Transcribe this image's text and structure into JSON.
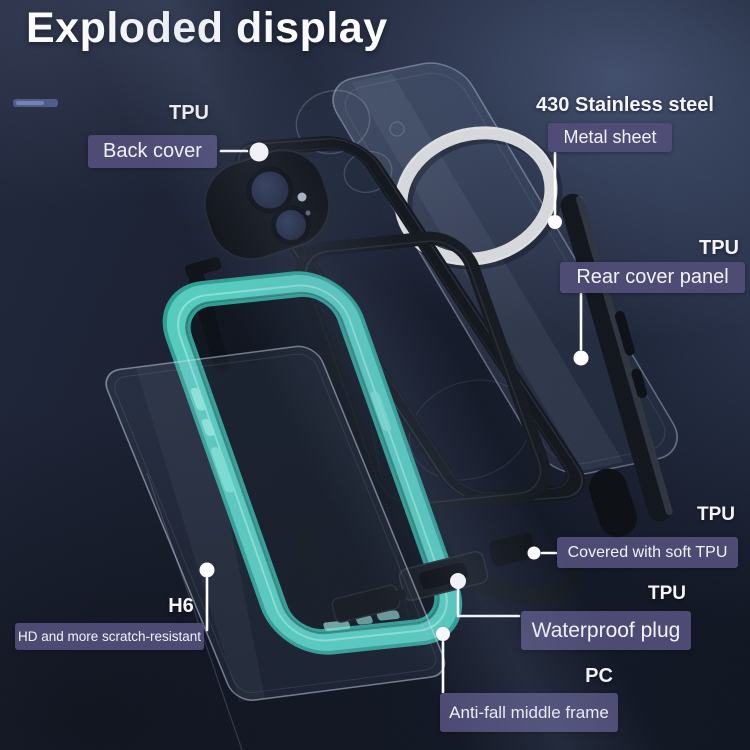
{
  "title": "Exploded display",
  "colors": {
    "background_navy": "#141a2b",
    "label_box_purple": "#504d77",
    "label_text": "#f3f2f8",
    "case_teal": "#54cabd",
    "metal_ring_silver": "#d6d7da",
    "connector_white": "#ffffff"
  },
  "callouts": [
    {
      "id": "back-cover",
      "material": "TPU",
      "label": "Back cover"
    },
    {
      "id": "metal-sheet",
      "material": "430 Stainless steel",
      "label": "Metal sheet"
    },
    {
      "id": "rear-cover-panel",
      "material": "TPU",
      "label": "Rear cover panel"
    },
    {
      "id": "soft-tpu-cover",
      "material": "TPU",
      "label": "Covered with soft TPU"
    },
    {
      "id": "waterproof-plug",
      "material": "TPU",
      "label": "Waterproof plug"
    },
    {
      "id": "middle-frame",
      "material": "PC",
      "label": "Anti-fall middle frame"
    },
    {
      "id": "screen-protector",
      "material": "H6",
      "label": "HD and more scratch-resistant"
    }
  ]
}
